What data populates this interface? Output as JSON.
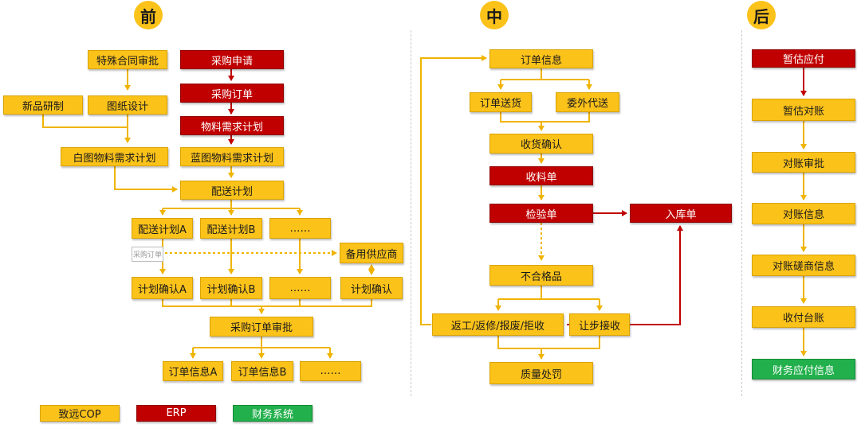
{
  "phases": {
    "before": "前",
    "middle": "中",
    "after": "后"
  },
  "nodes": {
    "special_contract": "特殊合同审批",
    "new_product": "新品研制",
    "drawing_design": "图纸设计",
    "white_mrp": "白图物料需求计划",
    "purchase_request": "采购申请",
    "purchase_order": "采购订单",
    "mrp": "物料需求计划",
    "blue_mrp": "蓝图物料需求计划",
    "delivery_plan": "配送计划",
    "delivery_plan_a": "配送计划A",
    "delivery_plan_b": "配送计划B",
    "delivery_plan_more": "……",
    "small_box": "采购订单",
    "backup_supplier": "备用供应商",
    "plan_confirm_a": "计划确认A",
    "plan_confirm_b": "计划确认B",
    "plan_confirm_more": "……",
    "plan_confirm": "计划确认",
    "po_approval": "采购订单审批",
    "order_info_a": "订单信息A",
    "order_info_b": "订单信息B",
    "order_info_more": "……",
    "order_info": "订单信息",
    "order_delivery": "订单送货",
    "outsource_delivery": "委外代送",
    "receipt_confirm": "收货确认",
    "material_receipt": "收料单",
    "inspection": "检验单",
    "warehouse_entry": "入库单",
    "nonconforming": "不合格品",
    "rework": "返工/返修/报废/拒收",
    "concession": "让步接收",
    "quality_penalty": "质量处罚",
    "est_payable": "暂估应付",
    "est_reconcile": "暂估对账",
    "reconcile_approval": "对账审批",
    "reconcile_info": "对账信息",
    "reconcile_negotiation": "对账磋商信息",
    "payment_ledger": "收付台账",
    "finance_payable": "财务应付信息"
  },
  "legend": {
    "cop": "致远COP",
    "erp": "ERP",
    "finance": "财务系统"
  },
  "colors": {
    "cop": "#fbc21a",
    "erp": "#c00000",
    "finance": "#22b04c",
    "line_yellow": "#f0b400",
    "line_red": "#c00000"
  }
}
